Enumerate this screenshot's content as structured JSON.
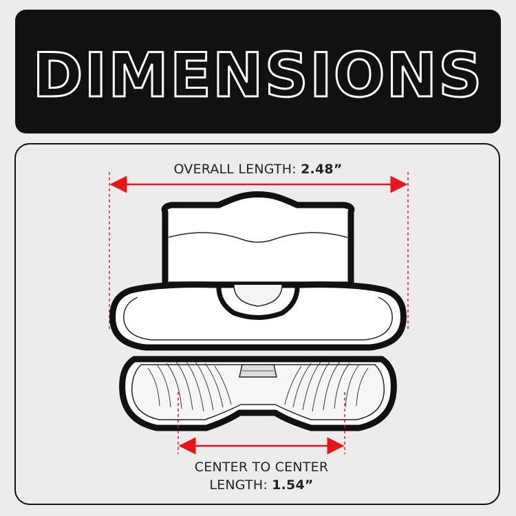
{
  "banner": {
    "title": "DIMENSIONS"
  },
  "dimensions": {
    "overall": {
      "label": "OVERALL LENGTH:",
      "value": "2.48”"
    },
    "center_to_center": {
      "label_line1": "CENTER TO CENTER",
      "label_line2": "LENGTH:",
      "value": "1.54”"
    }
  },
  "colors": {
    "accent": "#e8161b",
    "outline": "#111111",
    "background": "#ececec"
  }
}
